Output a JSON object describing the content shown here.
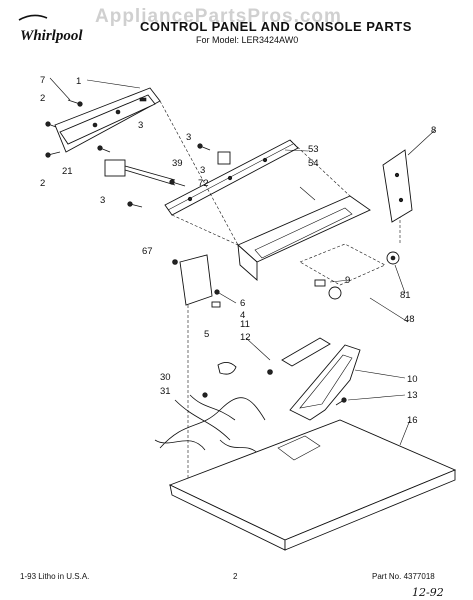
{
  "header": {
    "brand": "Whirlpool",
    "title": "CONTROL PANEL AND CONSOLE PARTS",
    "model_label": "For Model: LER3424AW0",
    "watermark": "AppliancePartsPros.com"
  },
  "callouts": [
    "7",
    "1",
    "2",
    "3",
    "2",
    "21",
    "3",
    "39",
    "3",
    "72",
    "53",
    "54",
    "8",
    "3",
    "67",
    "9",
    "81",
    "6",
    "4",
    "48",
    "11",
    "12",
    "5",
    "10",
    "30",
    "31",
    "13",
    "16"
  ],
  "footer": {
    "left": "1-93  Litho in U.S.A.",
    "page": "2",
    "part_no": "Part No. 4377018",
    "handwritten_date": "12-92"
  }
}
